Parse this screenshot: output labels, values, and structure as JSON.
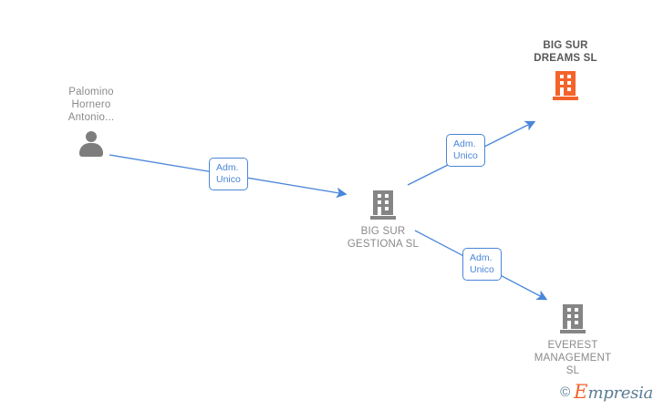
{
  "diagram": {
    "type": "org-relationship-graph",
    "accent_color": "#4a86d8",
    "highlight_color": "#f4632a",
    "node_color": "#858585",
    "nodes": [
      {
        "id": "person-palomino",
        "label": "Palomino\nHornero\nAntonio...",
        "icon": "person-icon",
        "kind": "person",
        "highlighted": false
      },
      {
        "id": "company-big-sur-gestiona",
        "label": "BIG SUR\nGESTIONA  SL",
        "icon": "building-icon",
        "kind": "company",
        "highlighted": false
      },
      {
        "id": "company-big-sur-dreams",
        "label": "BIG SUR\nDREAMS  SL",
        "icon": "building-icon",
        "kind": "company",
        "highlighted": true
      },
      {
        "id": "company-everest-management",
        "label": "EVEREST\nMANAGEMENT\nSL",
        "icon": "building-icon",
        "kind": "company",
        "highlighted": false
      }
    ],
    "edges": [
      {
        "id": "edge-1",
        "from": "person-palomino",
        "to": "company-big-sur-gestiona",
        "label": "Adm.\nUnico"
      },
      {
        "id": "edge-2",
        "from": "company-big-sur-gestiona",
        "to": "company-big-sur-dreams",
        "label": "Adm.\nUnico"
      },
      {
        "id": "edge-3",
        "from": "company-big-sur-gestiona",
        "to": "company-everest-management",
        "label": "Adm.\nUnico"
      }
    ]
  },
  "watermark": {
    "copyright": "©",
    "brand_initial": "E",
    "brand_rest": "mpresia"
  }
}
